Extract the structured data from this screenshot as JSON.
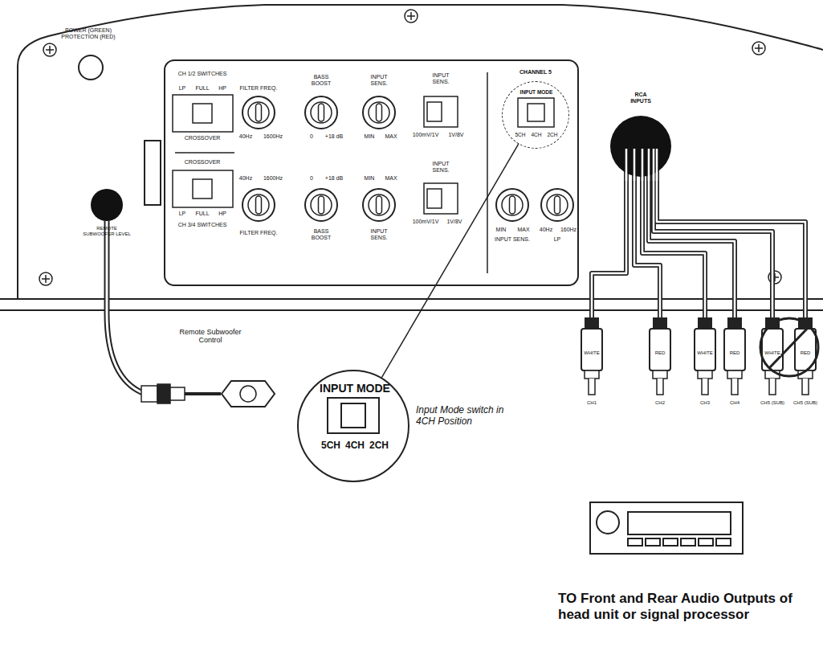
{
  "diagram": {
    "nodes": [
      {
        "text": [
          "INPUT MODE",
          "5CH",
          "4CH",
          "2CH"
        ]
      },
      {
        "text": [
          "INPUT MODE",
          "5CH",
          "4CH",
          "2CH"
        ]
      }
    ],
    "edges": [
      {
        "from": 0,
        "to": 1,
        "arrow": "none"
      }
    ],
    "labels": [
      "POWER (GREEN) PROTECTION (RED)",
      "REMOTE SUBWOOFER LEVEL",
      "CH 1/2 SWITCHES",
      "LP",
      "FULL",
      "HP",
      "CROSSOVER",
      "FILTER FREQ.",
      "40Hz",
      "1600Hz",
      "BASS BOOST",
      "0",
      "+18 dB",
      "INPUT SENS.",
      "MIN",
      "MAX",
      "INPUT SENS.",
      "100mV/1V",
      "1V/8V",
      "CROSSOVER",
      "LP",
      "FULL",
      "HP",
      "CH 3/4 SWITCHES",
      "40Hz",
      "1600Hz",
      "FILTER FREQ.",
      "0",
      "+18 dB",
      "BASS BOOST",
      "MIN",
      "MAX",
      "INPUT SENS.",
      "INPUT SENS.",
      "100mV/1V",
      "1V/8V",
      "CHANNEL 5",
      "MIN",
      "MAX",
      "INPUT SENS.",
      "40Hz",
      "160Hz",
      "LP",
      "RCA INPUTS",
      "Remote Subwoofer Control",
      "Input Mode switch in 4CH Position",
      "WHITE",
      "RED",
      "WHITE",
      "RED",
      "WHITE",
      "RED",
      "CH1",
      "CH2",
      "CH3",
      "CH4",
      "CH5 (SUB)",
      "CH5 (SUB)",
      "TO Front and Rear Audio Outputs of head unit or signal processor"
    ]
  }
}
